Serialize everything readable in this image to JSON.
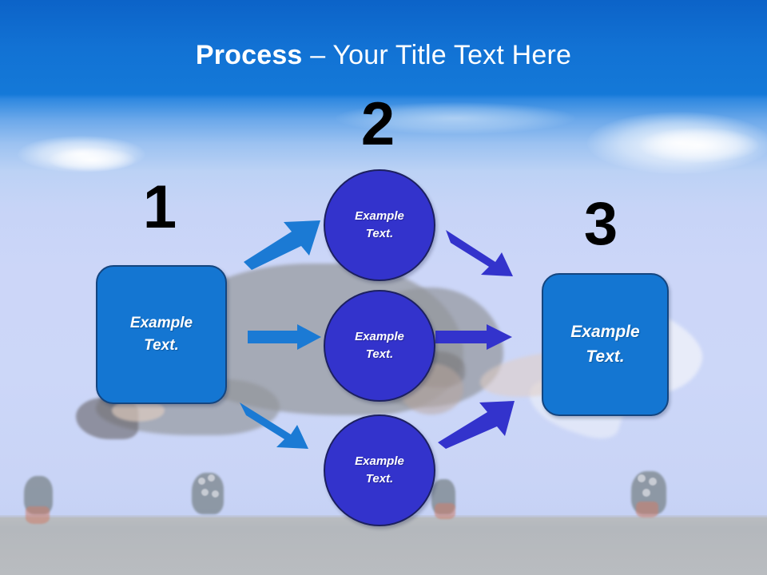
{
  "slide": {
    "title_bold": "Process",
    "title_separator": " – ",
    "title_rest": "Your Title Text Here",
    "background_top_color": "#0c63c8",
    "background_bottom_color": "#c6d2f5",
    "ground_color": "#b6babf"
  },
  "steps": [
    {
      "number": "1",
      "label": "Example\nText."
    },
    {
      "number": "2",
      "label": "Example\nText."
    },
    {
      "number": "3",
      "label": "Example\nText."
    }
  ],
  "nodes": {
    "left_box": {
      "label": "Example\nText.",
      "fill": "#1476d2",
      "stroke": "#14457f"
    },
    "right_box": {
      "label": "Example\nText.",
      "fill": "#1476d2",
      "stroke": "#14457f"
    },
    "circle_top": {
      "label": "Example\nText.",
      "fill": "#3333cc",
      "stroke": "#1c2060"
    },
    "circle_middle": {
      "label": "Example\nText.",
      "fill": "#3333cc",
      "stroke": "#1c2060"
    },
    "circle_bottom": {
      "label": "Example\nText.",
      "fill": "#3333cc",
      "stroke": "#1c2060"
    }
  },
  "arrows": {
    "left_color": "#1b7ad4",
    "right_color": "#3333cc",
    "names": [
      "arrow-left-to-top-circle",
      "arrow-left-to-middle-circle",
      "arrow-left-to-bottom-circle",
      "arrow-top-circle-to-right",
      "arrow-middle-circle-to-right",
      "arrow-bottom-circle-to-right"
    ]
  }
}
